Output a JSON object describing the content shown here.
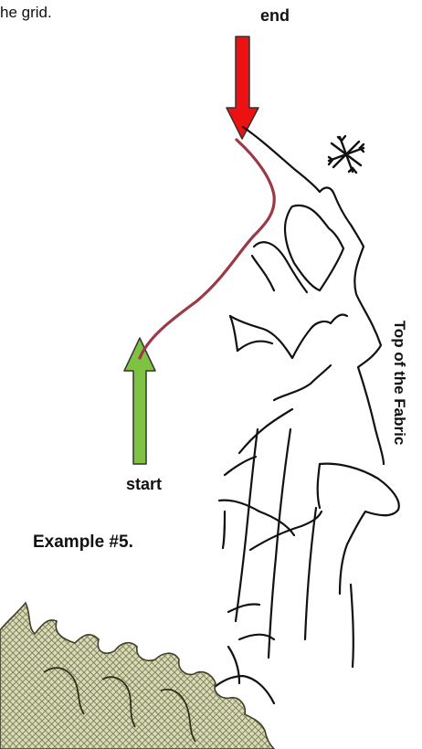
{
  "labels": {
    "top_text": "he grid.",
    "end": "end",
    "start": "start",
    "example": "Example #5.",
    "fabric": "Top of the Fabric"
  },
  "colors": {
    "end_arrow": "#ee1111",
    "start_arrow": "#7dc243",
    "stitch_path": "#9b3a47",
    "outline": "#111111",
    "foliage_fill": "#8f9360"
  },
  "icons": {
    "snowflake": "snowflake-icon"
  }
}
